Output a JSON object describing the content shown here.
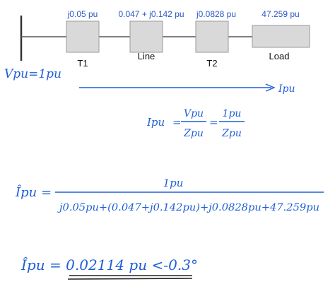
{
  "diagram": {
    "components": [
      {
        "id": "t1",
        "value": "j0.05 pu",
        "label": "T1"
      },
      {
        "id": "line",
        "value": "0.047 + j0.142 pu",
        "label": "Line"
      },
      {
        "id": "t2",
        "value": "j0.0828 pu",
        "label": "T2"
      },
      {
        "id": "load",
        "value": "47.259 pu",
        "label": "Load"
      }
    ],
    "source_label": "Vpu=1pu",
    "current_label": "Ipu"
  },
  "equations": {
    "eq1": {
      "lhs": "Ipu",
      "frac1_num": "Vpu",
      "frac1_den": "Zpu",
      "frac2_num": "1pu",
      "frac2_den": "Zpu"
    },
    "eq2": {
      "lhs": "Îpu =",
      "numerator": "1pu",
      "denominator": "j0.05pu+(0.047+j0.142pu)+j0.0828pu+47.259pu"
    },
    "eq3": {
      "text": "Îpu = 0.02114 pu <-0.3°"
    }
  },
  "colors": {
    "ink": "#1f5fd6",
    "printed_value": "#2a56c6",
    "box_fill": "#d9d9d9",
    "box_stroke": "#9a9a9a",
    "bus": "#333333"
  }
}
